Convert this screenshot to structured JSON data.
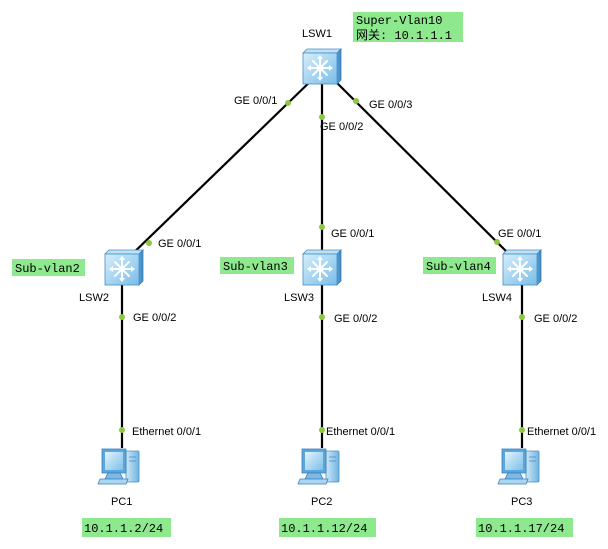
{
  "colors": {
    "link": "#000000",
    "port": "#8dc63f",
    "tag": "#8ee88e",
    "switch_face": "#9cd0ee",
    "pc_body": "#5aa6dd"
  },
  "switches": {
    "lsw1": {
      "name": "LSW1",
      "icon": "switch-icon"
    },
    "lsw2": {
      "name": "LSW2",
      "icon": "switch-icon"
    },
    "lsw3": {
      "name": "LSW3",
      "icon": "switch-icon"
    },
    "lsw4": {
      "name": "LSW4",
      "icon": "switch-icon"
    }
  },
  "pcs": {
    "pc1": {
      "name": "PC1",
      "icon": "pc-icon"
    },
    "pc2": {
      "name": "PC2",
      "icon": "pc-icon"
    },
    "pc3": {
      "name": "PC3",
      "icon": "pc-icon"
    }
  },
  "tags": {
    "super_vlan": "Super-Vlan10",
    "gateway": "网关: 10.1.1.1",
    "sub_vlan2": "Sub-vlan2",
    "sub_vlan3": "Sub-vlan3",
    "sub_vlan4": "Sub-vlan4",
    "pc1_ip": "10.1.1.2/24",
    "pc2_ip": "10.1.1.12/24",
    "pc3_ip": "10.1.1.17/24"
  },
  "ports": {
    "lsw1_p1": "GE 0/0/1",
    "lsw1_p2": "GE 0/0/2",
    "lsw1_p3": "GE 0/0/3",
    "lsw2_p1": "GE 0/0/1",
    "lsw2_p2": "GE 0/0/2",
    "lsw3_p1": "GE 0/0/1",
    "lsw3_p2": "GE 0/0/2",
    "lsw4_p1": "GE 0/0/1",
    "lsw4_p2": "GE 0/0/2",
    "pc1_eth": "Ethernet 0/0/1",
    "pc2_eth": "Ethernet 0/0/1",
    "pc3_eth": "Ethernet 0/0/1"
  }
}
